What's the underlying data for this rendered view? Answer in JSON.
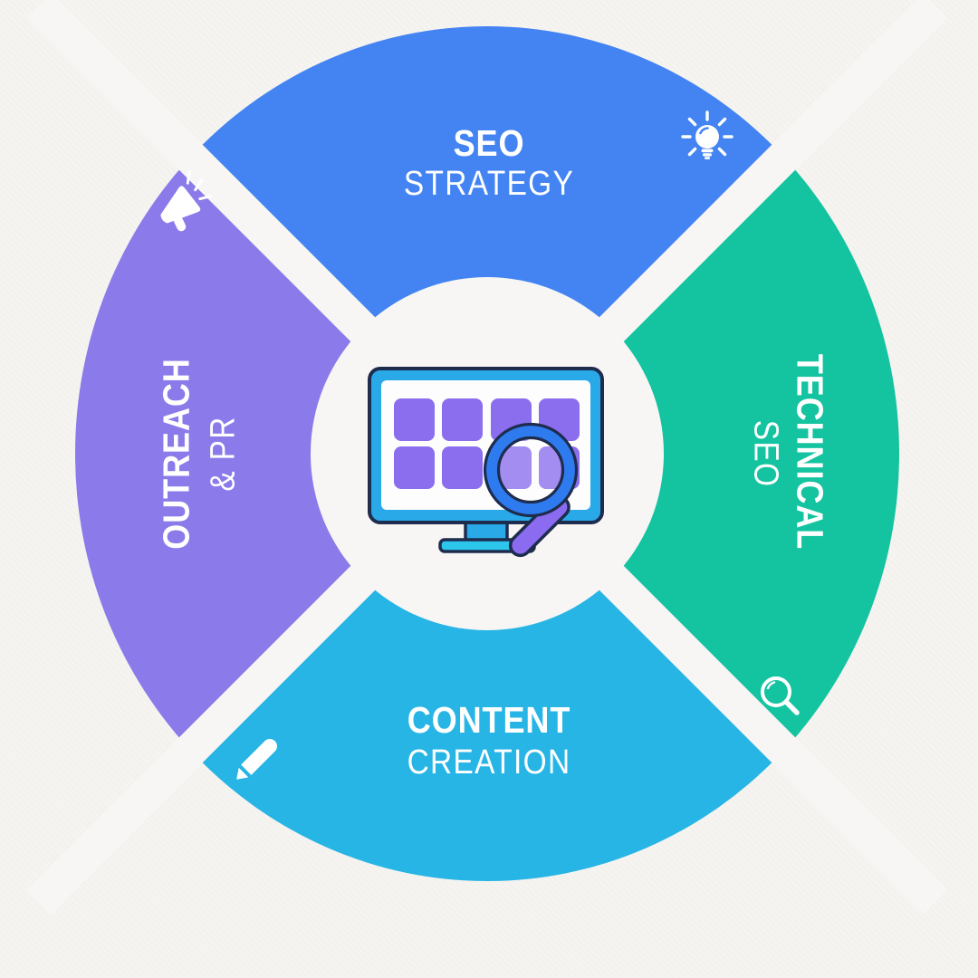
{
  "diagram": {
    "center_illustration": "monitor-with-search-magnifier-icon"
  },
  "colors": {
    "background": "#f5f4f1",
    "gap": "#f7f6f4",
    "screen": "#fdfdfd",
    "monitor_frame": "#2aa9e9",
    "monitor_base": "#2cc6ed",
    "tile": "#8a6eed",
    "magnifier_ring": "#2e7bf0",
    "magnifier_handle": "#8b6cf0",
    "outline": "#1e2c4e",
    "icon": "#ffffff"
  },
  "sectors": {
    "top": {
      "label_line1": "SEO",
      "label_line2": "STRATEGY",
      "color": "#4484f2",
      "icon": "lightbulb-icon"
    },
    "right": {
      "label_line1": "TECHNICAL",
      "label_line2": "SEO",
      "color": "#14c3a0",
      "icon": "search-icon"
    },
    "bottom": {
      "label_line1": "CONTENT",
      "label_line2": "CREATION",
      "color": "#27b5e5",
      "icon": "pencil-icon"
    },
    "left": {
      "label_line1": "OUTREACH",
      "label_line2": "& PR",
      "color": "#8b7ae9",
      "icon": "megaphone-icon"
    }
  }
}
